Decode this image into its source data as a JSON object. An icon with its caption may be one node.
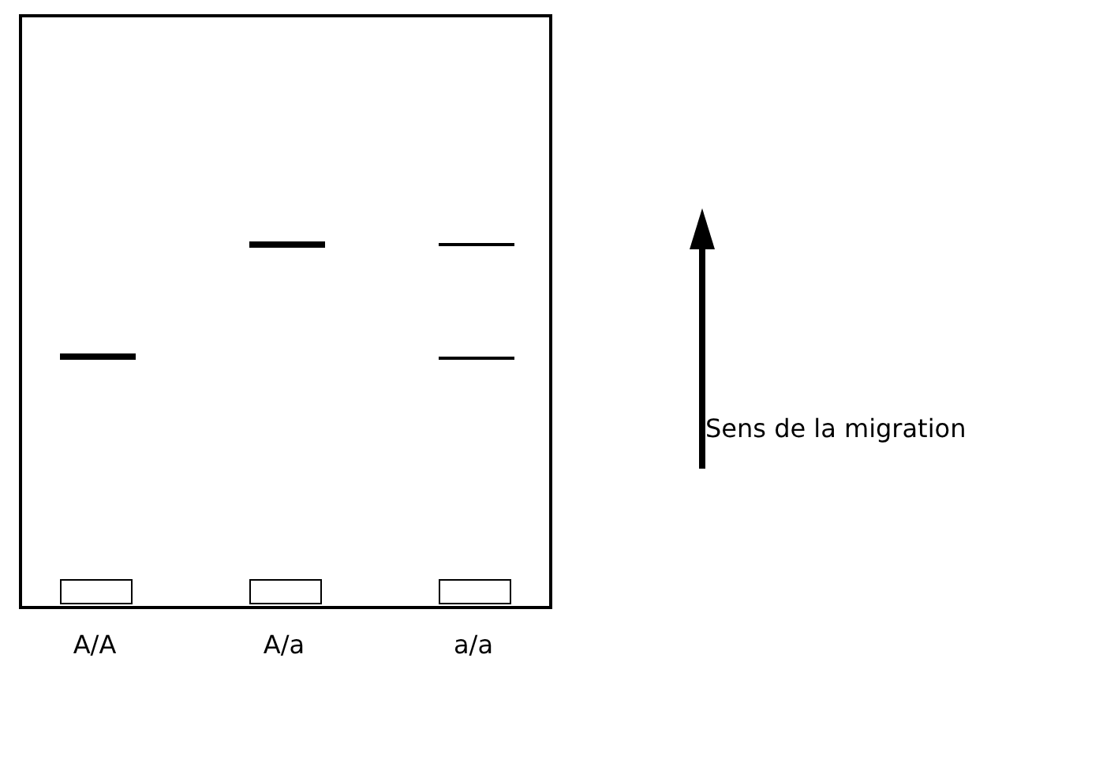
{
  "diagram": {
    "labels": [
      "A/A",
      "A/a",
      "a/a",
      "Sens de la migration"
    ]
  }
}
